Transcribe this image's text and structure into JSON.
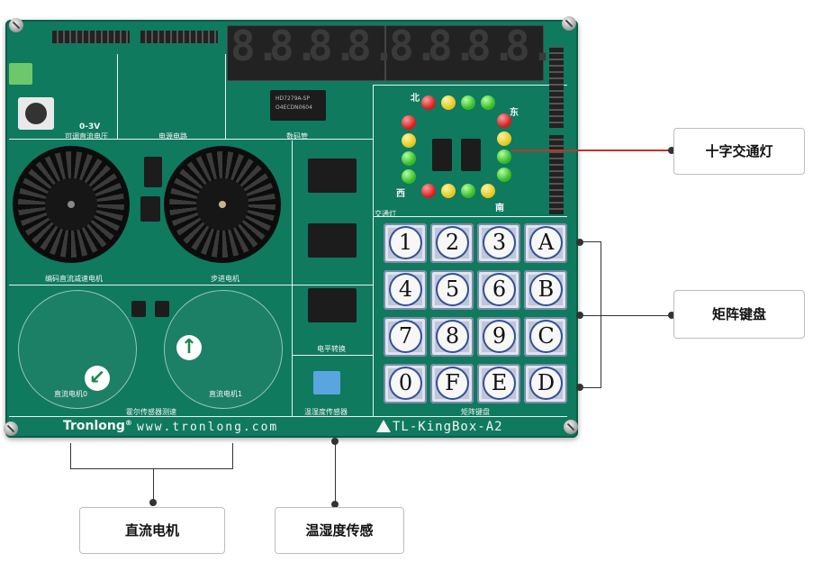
{
  "board": {
    "brand": "Tronlong",
    "brand_mark": "®",
    "website": "www.tronlong.com",
    "model": "TL-KingBox-A2",
    "sections": {
      "adjustable_voltage_range": "0-3V",
      "adjustable_voltage": "可调直流电压",
      "power_circuit": "电源电路",
      "digital_tube": "数码管",
      "traffic_light": "交通灯",
      "encoder_motor": "编码直流减速电机",
      "stepper_motor": "步进电机",
      "level_shift": "电平转换",
      "dc_motor_0": "直流电机0",
      "dc_motor_1": "直流电机1",
      "hall_test": "霍尔传感器测速",
      "temp_humidity": "温湿度传感器",
      "matrix_keys": "矩阵键盘"
    },
    "directions": {
      "north": "北",
      "east": "东",
      "south": "南",
      "west": "西"
    },
    "driver_chip": "HD7279A-SP",
    "driver_chip_code": "O4ECDN0604",
    "display_digits": [
      "8.",
      "8.",
      "8.",
      "8.",
      "8.",
      "8.",
      "8.",
      "8."
    ]
  },
  "keypad": {
    "rows": [
      [
        "1",
        "2",
        "3",
        "A"
      ],
      [
        "4",
        "5",
        "6",
        "B"
      ],
      [
        "7",
        "8",
        "9",
        "C"
      ],
      [
        "0",
        "F",
        "E",
        "D"
      ]
    ]
  },
  "callouts": {
    "traffic_light": "十字交通灯",
    "matrix_keypad": "矩阵键盘",
    "dc_motor": "直流电机",
    "temp_humidity_sensor": "温湿度传感"
  },
  "colors": {
    "board_green": "#0f7a5e",
    "led_red": "#d41e1e",
    "led_yellow": "#e3c61e",
    "led_green": "#35b928",
    "pointer_red": "#c0342f",
    "keycap_ring": "#335099"
  },
  "icons": {
    "motor0_arrow": "↙",
    "motor1_arrow": "↑"
  }
}
